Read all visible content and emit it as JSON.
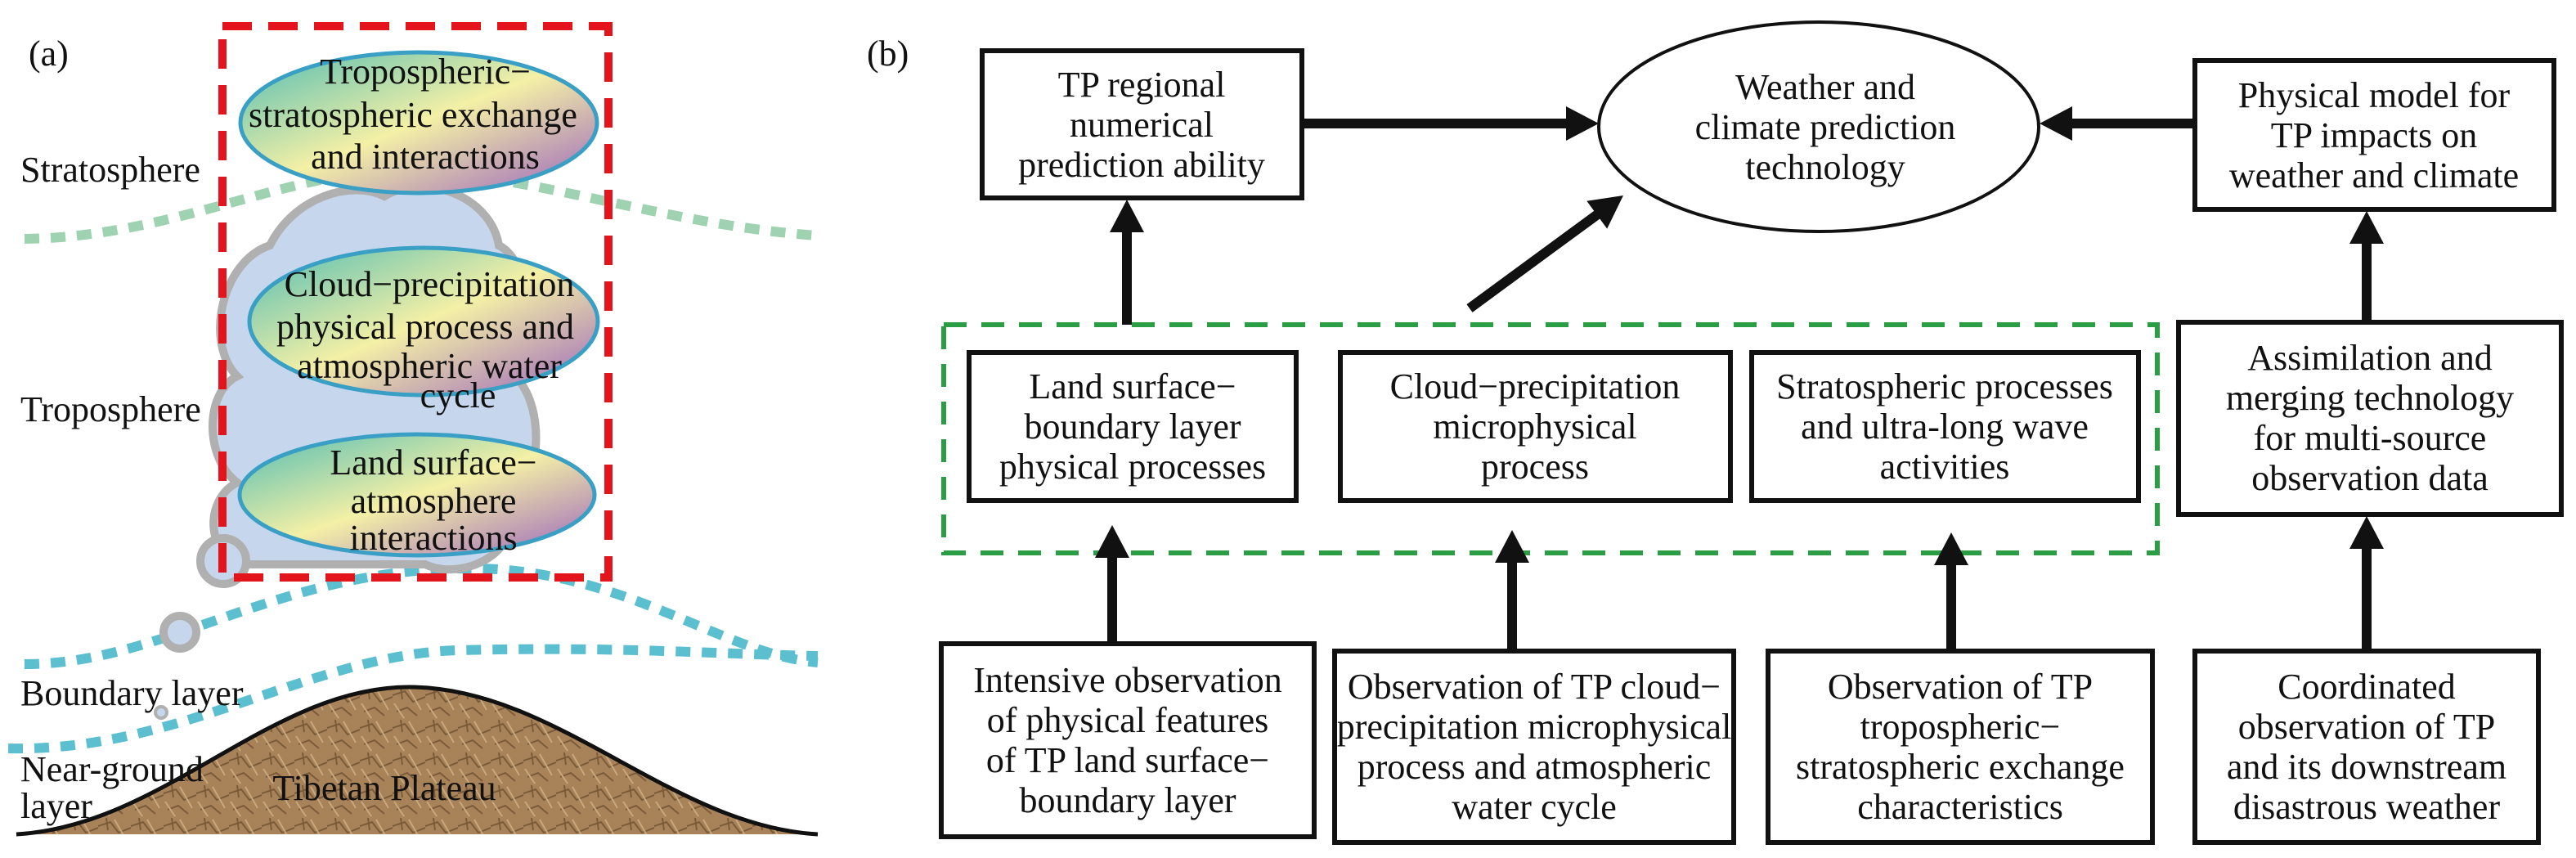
{
  "panel_a": {
    "label": "(a)",
    "layers": {
      "stratosphere": "Stratosphere",
      "troposphere": "Troposphere",
      "boundary": "Boundary layer",
      "near_ground": [
        "Near-ground",
        "layer"
      ]
    },
    "plateau": "Tibetan Plateau",
    "ellipses": [
      [
        "Tropospheric−",
        "stratospheric exchange",
        "and interactions"
      ],
      [
        "Cloud−precipitation",
        "physical process and",
        "atmospheric water",
        "cycle"
      ],
      [
        "Land surface−",
        "atmosphere",
        "interactions"
      ]
    ],
    "colors": {
      "highlight_box": "#e3141b",
      "stratosphere_line": "#9fd2b0",
      "boundary_line": "#5bbfd0",
      "cloud": "#c6d6ec",
      "plateau": "#a8835a"
    }
  },
  "panel_b": {
    "label": "(b)",
    "center": [
      "Weather and",
      "climate prediction",
      "technology"
    ],
    "tp_regional": [
      "TP regional",
      "numerical",
      "prediction ability"
    ],
    "physical_model": [
      "Physical model for",
      "TP impacts on",
      "weather and climate"
    ],
    "processes": [
      [
        "Land surface−",
        "boundary layer",
        "physical processes"
      ],
      [
        "Cloud−precipitation",
        "microphysical",
        "process"
      ],
      [
        "Stratospheric processes",
        "and ultra-long wave",
        "activities"
      ]
    ],
    "assimilation": [
      "Assimilation and",
      "merging technology",
      "for multi-source",
      "observation data"
    ],
    "observations": [
      [
        "Intensive observation",
        "of physical features",
        "of TP land surface−",
        "boundary layer"
      ],
      [
        "Observation of TP cloud−",
        "precipitation microphysical",
        "process and atmospheric",
        "water cycle"
      ],
      [
        "Observation of TP",
        "tropospheric−",
        "stratospheric exchange",
        "characteristics"
      ],
      [
        "Coordinated",
        "observation of TP",
        "and its downstream",
        "disastrous weather"
      ]
    ],
    "colors": {
      "process_group_box": "#2a9d45"
    }
  }
}
